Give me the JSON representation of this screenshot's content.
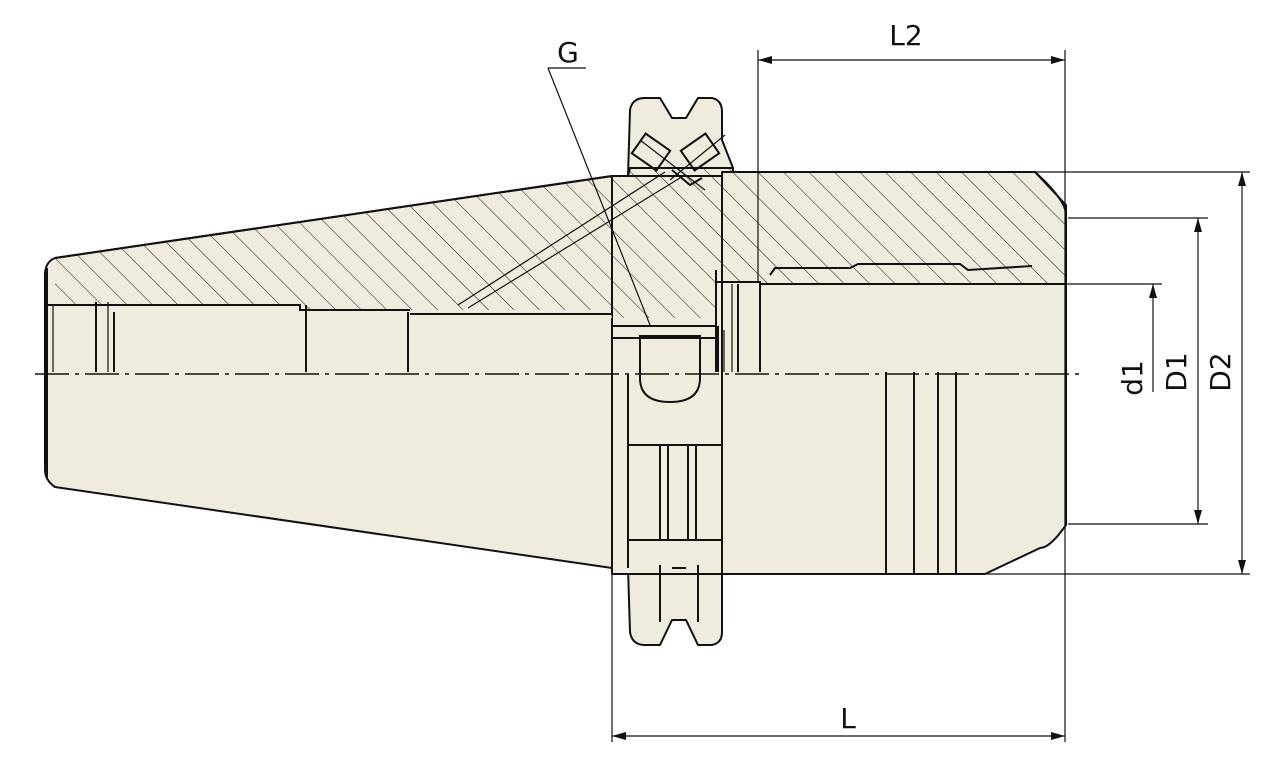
{
  "labels": {
    "thread": "G",
    "gauge_length": "L2",
    "length": "L",
    "bore_diameter": "d1",
    "body_diameter": "D1",
    "flange_diameter": "D2"
  },
  "colors": {
    "body": "#efecde",
    "line": "#111111",
    "background": "#ffffff"
  }
}
